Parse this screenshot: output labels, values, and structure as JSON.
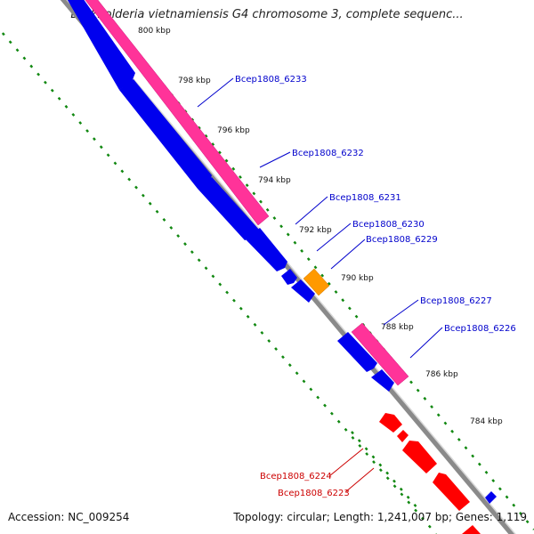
{
  "title": "Burkholderia vietnamiensis G4 chromosome 3, complete sequenc...",
  "footer": {
    "accession": "Accession: NC_009254",
    "topology": "Topology: circular; Length: 1,241,007 bp; Genes: 1,119"
  },
  "colors": {
    "forward_strand": "#0000ee",
    "reverse_strand": "#ff0000",
    "pink_feature": "#ff3399",
    "orange_feature": "#ff9900",
    "backbone": "#888888",
    "ruler_dots": "#118811"
  },
  "ruler": {
    "ticks": [
      {
        "label": "800 kbp",
        "kbp": 800
      },
      {
        "label": "798 kbp",
        "kbp": 798
      },
      {
        "label": "796 kbp",
        "kbp": 796
      },
      {
        "label": "794 kbp",
        "kbp": 794
      },
      {
        "label": "792 kbp",
        "kbp": 792
      },
      {
        "label": "790 kbp",
        "kbp": 790
      },
      {
        "label": "788 kbp",
        "kbp": 788
      },
      {
        "label": "786 kbp",
        "kbp": 786
      },
      {
        "label": "784 kbp",
        "kbp": 784
      }
    ]
  },
  "genes": [
    {
      "label": "Bcep1808_6233",
      "strand": "forward"
    },
    {
      "label": "Bcep1808_6232",
      "strand": "forward"
    },
    {
      "label": "Bcep1808_6231",
      "strand": "forward"
    },
    {
      "label": "Bcep1808_6230",
      "strand": "forward"
    },
    {
      "label": "Bcep1808_6229",
      "strand": "forward"
    },
    {
      "label": "Bcep1808_6227",
      "strand": "forward"
    },
    {
      "label": "Bcep1808_6226",
      "strand": "forward"
    },
    {
      "label": "Bcep1808_6224",
      "strand": "reverse"
    },
    {
      "label": "Bcep1808_6223",
      "strand": "reverse"
    }
  ]
}
